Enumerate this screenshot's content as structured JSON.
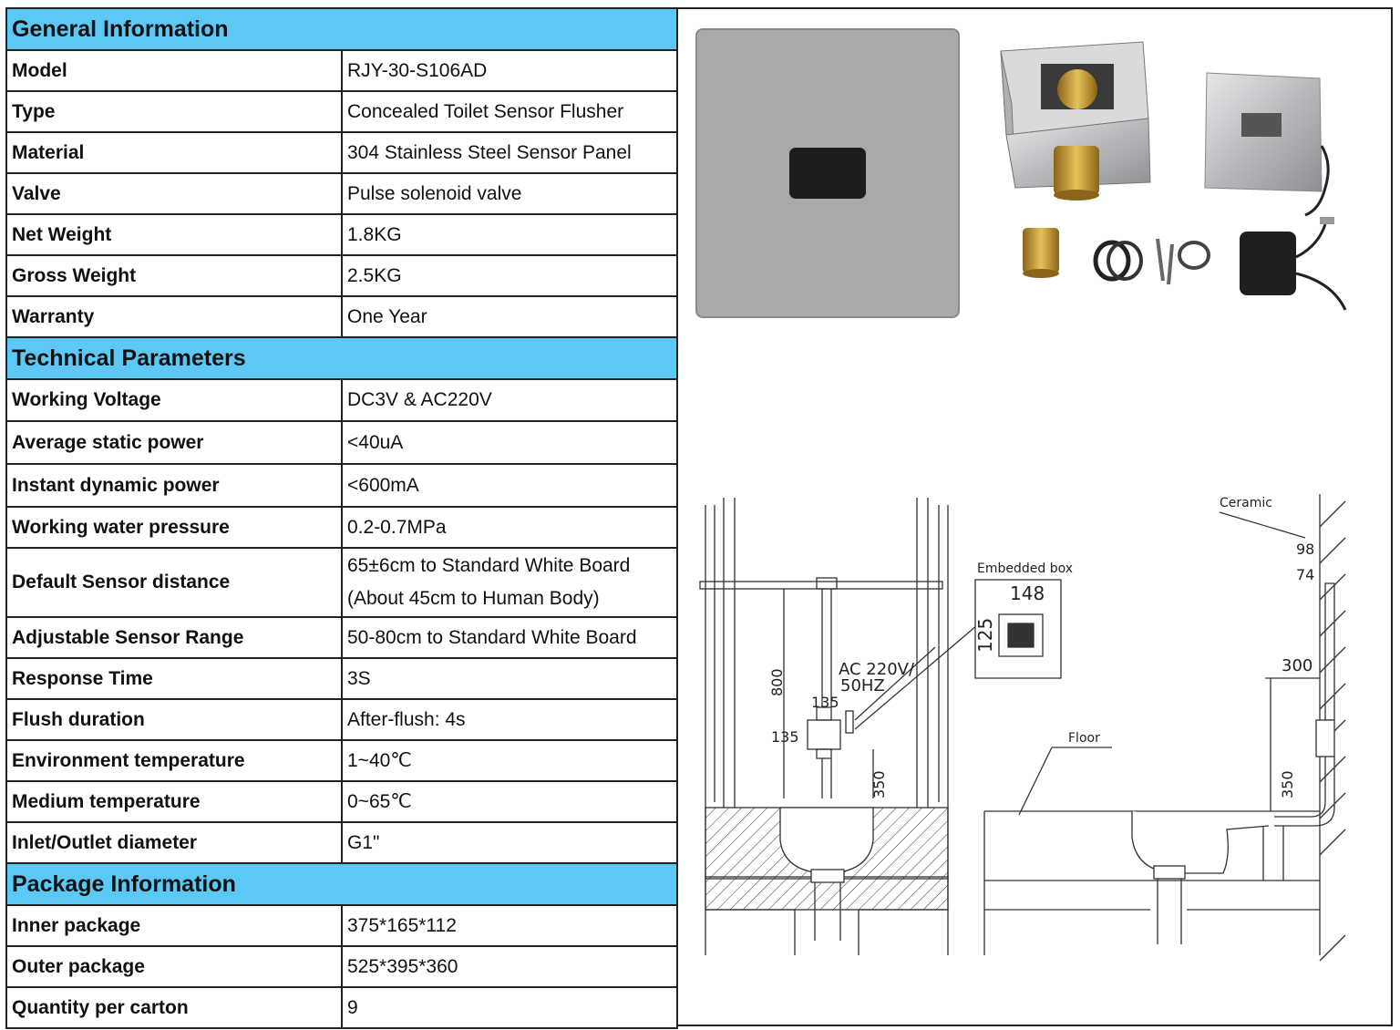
{
  "general": {
    "title": "General Information",
    "rows": [
      {
        "key": "Model",
        "value": "RJY-30-S106AD"
      },
      {
        "key": "Type",
        "value": "Concealed Toilet Sensor Flusher"
      },
      {
        "key": "Material",
        "value": "304 Stainless Steel Sensor Panel"
      },
      {
        "key": "Valve",
        "value": "Pulse solenoid valve"
      },
      {
        "key": "Net Weight",
        "value": "1.8KG"
      },
      {
        "key": "Gross Weight",
        "value": "2.5KG"
      },
      {
        "key": "Warranty",
        "value": "One Year"
      }
    ]
  },
  "technical": {
    "title": "Technical Parameters",
    "rows": [
      {
        "key": "Working Voltage",
        "value": "DC3V & AC220V"
      },
      {
        "key": "Average static power",
        "value": "<40uA"
      },
      {
        "key": "Instant dynamic power",
        "value": "<600mA"
      },
      {
        "key": "Working water pressure",
        "value": "0.2-0.7MPa"
      },
      {
        "key": "Default Sensor distance",
        "value": "65±6cm to Standard White Board",
        "value2": "(About 45cm to Human Body)"
      },
      {
        "key": "Adjustable Sensor Range",
        "value": "50-80cm to Standard White Board"
      },
      {
        "key": "Response Time",
        "value": "3S"
      },
      {
        "key": "Flush duration",
        "value": "After-flush: 4s"
      },
      {
        "key": "Environment temperature",
        "value": "1~40℃"
      },
      {
        "key": "Medium temperature",
        "value": "0~65℃"
      },
      {
        "key": "Inlet/Outlet diameter",
        "value": "G1\""
      }
    ]
  },
  "package": {
    "title": "Package Information",
    "rows": [
      {
        "key": "Inner package",
        "value": "375*165*112"
      },
      {
        "key": "Outer package",
        "value": "525*395*360"
      },
      {
        "key": "Quantity per carton",
        "value": "9"
      }
    ]
  },
  "drawing": {
    "embedded_box": "Embedded box",
    "dim_148": "148",
    "dim_125": "125",
    "power": "AC 220V/",
    "freq": "50HZ",
    "dim_800": "800",
    "dim_135_top": "135",
    "dim_135_left": "135",
    "dim_350_front": "350",
    "ceramic": "Ceramic",
    "dim_98": "98",
    "dim_74": "74",
    "dim_300": "300",
    "floor": "Floor",
    "dim_350_side": "350"
  }
}
